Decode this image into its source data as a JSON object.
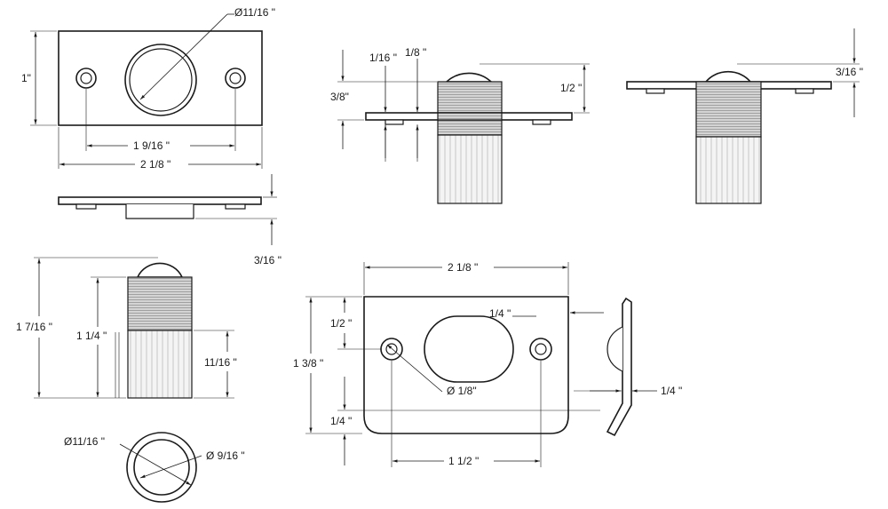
{
  "front_plate": {
    "hole_diameter": "Ø11/16 \"",
    "height": "1\"",
    "screw_spacing": "1  9/16 \"",
    "width": "2 1/8 \""
  },
  "plate_side": {
    "thickness": "3/16 \""
  },
  "side_view_left": {
    "dim_1_16": "1/16 \"",
    "dim_1_8": "1/8 \"",
    "dim_3_8": "3/8\"",
    "dim_1_2": "1/2 \""
  },
  "side_view_right": {
    "dim_3_16": "3/16 \""
  },
  "body_view": {
    "overall_length": "1  7/16 \"",
    "thread_length": "1 1/4 \"",
    "body_length": "11/16 \""
  },
  "end_view": {
    "outer_diameter": "Ø11/16 \"",
    "inner_diameter": "Ø  9/16 \""
  },
  "strike_plate": {
    "width": "2 1/8 \"",
    "height": "1 3/8 \"",
    "top_offset": "1/2 \"",
    "slot_offset": "1/4 \"",
    "screw_hole": "Ø 1/8\"",
    "bottom_offset": "1/4 \"",
    "screw_spacing": "1 1/2 \"",
    "lip_depth": "1/4 \""
  }
}
